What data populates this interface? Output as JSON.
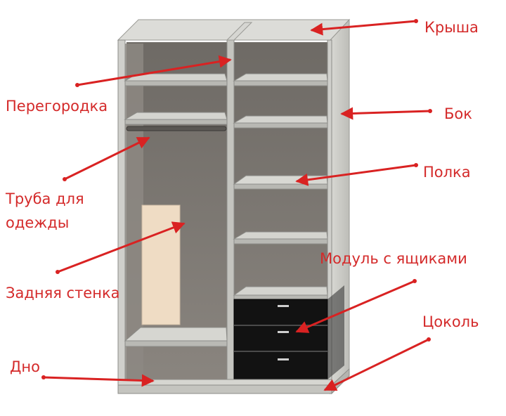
{
  "labels": {
    "roof": "Крыша",
    "partition": "Перегородка",
    "side": "Бок",
    "rail_line1": "Труба для",
    "rail_line2": "одежды",
    "shelf": "Полка",
    "back_panel": "Задняя стенка",
    "drawer_module": "Модуль с ящиками",
    "plinth": "Цоколь",
    "bottom": "Дно"
  },
  "colors": {
    "label": "#d42a2a",
    "arrow": "#d92222",
    "panel": "#c9c9c4",
    "interior": "#7b7670",
    "drawers": "#121212",
    "back_panel_light": "#efdcc4"
  }
}
